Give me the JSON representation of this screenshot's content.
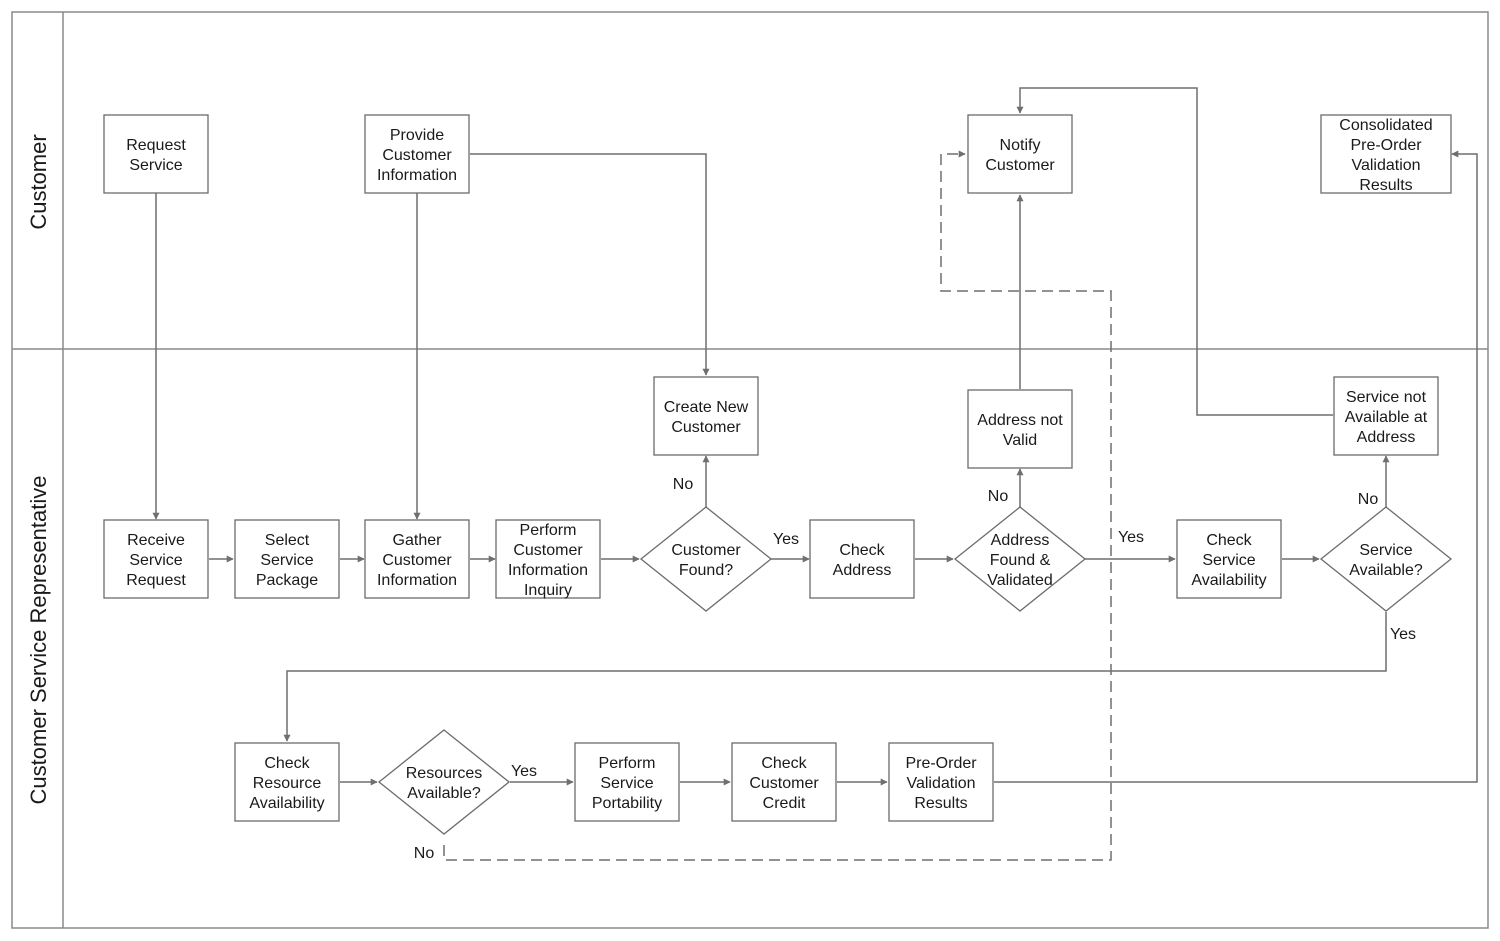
{
  "lanes": [
    {
      "id": "customer",
      "title": "Customer"
    },
    {
      "id": "csr",
      "title": "Customer Service Representative"
    }
  ],
  "nodes": [
    {
      "id": "request_service",
      "shape": "process",
      "lines": [
        "Request",
        "Service"
      ]
    },
    {
      "id": "provide_info",
      "shape": "process",
      "lines": [
        "Provide",
        "Customer",
        "Information"
      ]
    },
    {
      "id": "notify_customer",
      "shape": "process",
      "lines": [
        "Notify",
        "Customer"
      ]
    },
    {
      "id": "consolidated",
      "shape": "process",
      "lines": [
        "Consolidated",
        "Pre-Order",
        "Validation",
        "Results"
      ]
    },
    {
      "id": "create_new_customer",
      "shape": "process",
      "lines": [
        "Create New",
        "Customer"
      ]
    },
    {
      "id": "address_not_valid",
      "shape": "process",
      "lines": [
        "Address not",
        "Valid"
      ]
    },
    {
      "id": "service_not_available",
      "shape": "process",
      "lines": [
        "Service not",
        "Available at",
        "Address"
      ]
    },
    {
      "id": "receive_request",
      "shape": "process",
      "lines": [
        "Receive",
        "Service",
        "Request"
      ]
    },
    {
      "id": "select_package",
      "shape": "process",
      "lines": [
        "Select",
        "Service",
        "Package"
      ]
    },
    {
      "id": "gather_info",
      "shape": "process",
      "lines": [
        "Gather",
        "Customer",
        "Information"
      ]
    },
    {
      "id": "perform_inquiry",
      "shape": "process",
      "lines": [
        "Perform",
        "Customer",
        "Information",
        "Inquiry"
      ]
    },
    {
      "id": "customer_found",
      "shape": "decision",
      "lines": [
        "Customer",
        "Found?"
      ]
    },
    {
      "id": "check_address",
      "shape": "process",
      "lines": [
        "Check",
        "Address"
      ]
    },
    {
      "id": "address_found",
      "shape": "decision",
      "lines": [
        "Address",
        "Found &",
        "Validated"
      ]
    },
    {
      "id": "check_availability",
      "shape": "process",
      "lines": [
        "Check",
        "Service",
        "Availability"
      ]
    },
    {
      "id": "service_available",
      "shape": "decision",
      "lines": [
        "Service",
        "Available?"
      ]
    },
    {
      "id": "check_resource",
      "shape": "process",
      "lines": [
        "Check",
        "Resource",
        "Availability"
      ]
    },
    {
      "id": "resources_available",
      "shape": "decision",
      "lines": [
        "Resources",
        "Available?"
      ]
    },
    {
      "id": "perform_portability",
      "shape": "process",
      "lines": [
        "Perform",
        "Service",
        "Portability"
      ]
    },
    {
      "id": "check_credit",
      "shape": "process",
      "lines": [
        "Check",
        "Customer",
        "Credit"
      ]
    },
    {
      "id": "preorder_results",
      "shape": "process",
      "lines": [
        "Pre-Order",
        "Validation",
        "Results"
      ]
    }
  ],
  "edges": [
    {
      "from": "request_service",
      "to": "receive_request",
      "style": "solid"
    },
    {
      "from": "provide_info",
      "to": "gather_info",
      "style": "solid"
    },
    {
      "from": "provide_info",
      "to": "create_new_customer",
      "style": "solid"
    },
    {
      "from": "receive_request",
      "to": "select_package",
      "style": "solid"
    },
    {
      "from": "select_package",
      "to": "gather_info",
      "style": "solid"
    },
    {
      "from": "gather_info",
      "to": "perform_inquiry",
      "style": "solid"
    },
    {
      "from": "perform_inquiry",
      "to": "customer_found",
      "style": "solid"
    },
    {
      "from": "customer_found",
      "to": "create_new_customer",
      "style": "solid",
      "label": "No"
    },
    {
      "from": "customer_found",
      "to": "check_address",
      "style": "solid",
      "label": "Yes"
    },
    {
      "from": "check_address",
      "to": "address_found",
      "style": "solid"
    },
    {
      "from": "address_found",
      "to": "address_not_valid",
      "style": "solid",
      "label": "No"
    },
    {
      "from": "address_found",
      "to": "check_availability",
      "style": "solid",
      "label": "Yes"
    },
    {
      "from": "address_not_valid",
      "to": "notify_customer",
      "style": "solid"
    },
    {
      "from": "check_availability",
      "to": "service_available",
      "style": "solid"
    },
    {
      "from": "service_available",
      "to": "service_not_available",
      "style": "solid",
      "label": "No"
    },
    {
      "from": "service_not_available",
      "to": "notify_customer",
      "style": "solid"
    },
    {
      "from": "service_available",
      "to": "check_resource",
      "style": "solid",
      "label": "Yes"
    },
    {
      "from": "check_resource",
      "to": "resources_available",
      "style": "solid"
    },
    {
      "from": "resources_available",
      "to": "perform_portability",
      "style": "solid",
      "label": "Yes"
    },
    {
      "from": "resources_available",
      "to": "notify_customer",
      "style": "dashed",
      "label": "No"
    },
    {
      "from": "perform_portability",
      "to": "check_credit",
      "style": "solid"
    },
    {
      "from": "check_credit",
      "to": "preorder_results",
      "style": "solid"
    },
    {
      "from": "preorder_results",
      "to": "consolidated",
      "style": "solid"
    }
  ]
}
